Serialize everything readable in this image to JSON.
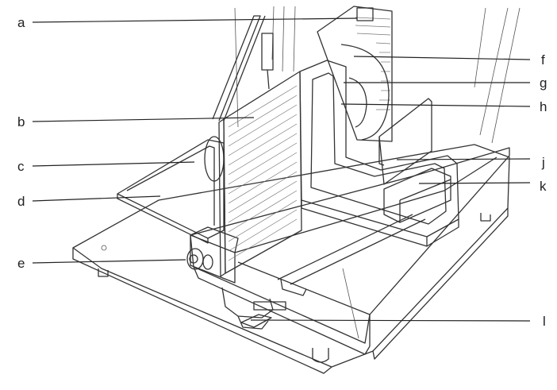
{
  "diagram": {
    "labels": [
      "a",
      "b",
      "c",
      "d",
      "e",
      "f",
      "g",
      "h",
      "j",
      "k",
      "l"
    ]
  }
}
